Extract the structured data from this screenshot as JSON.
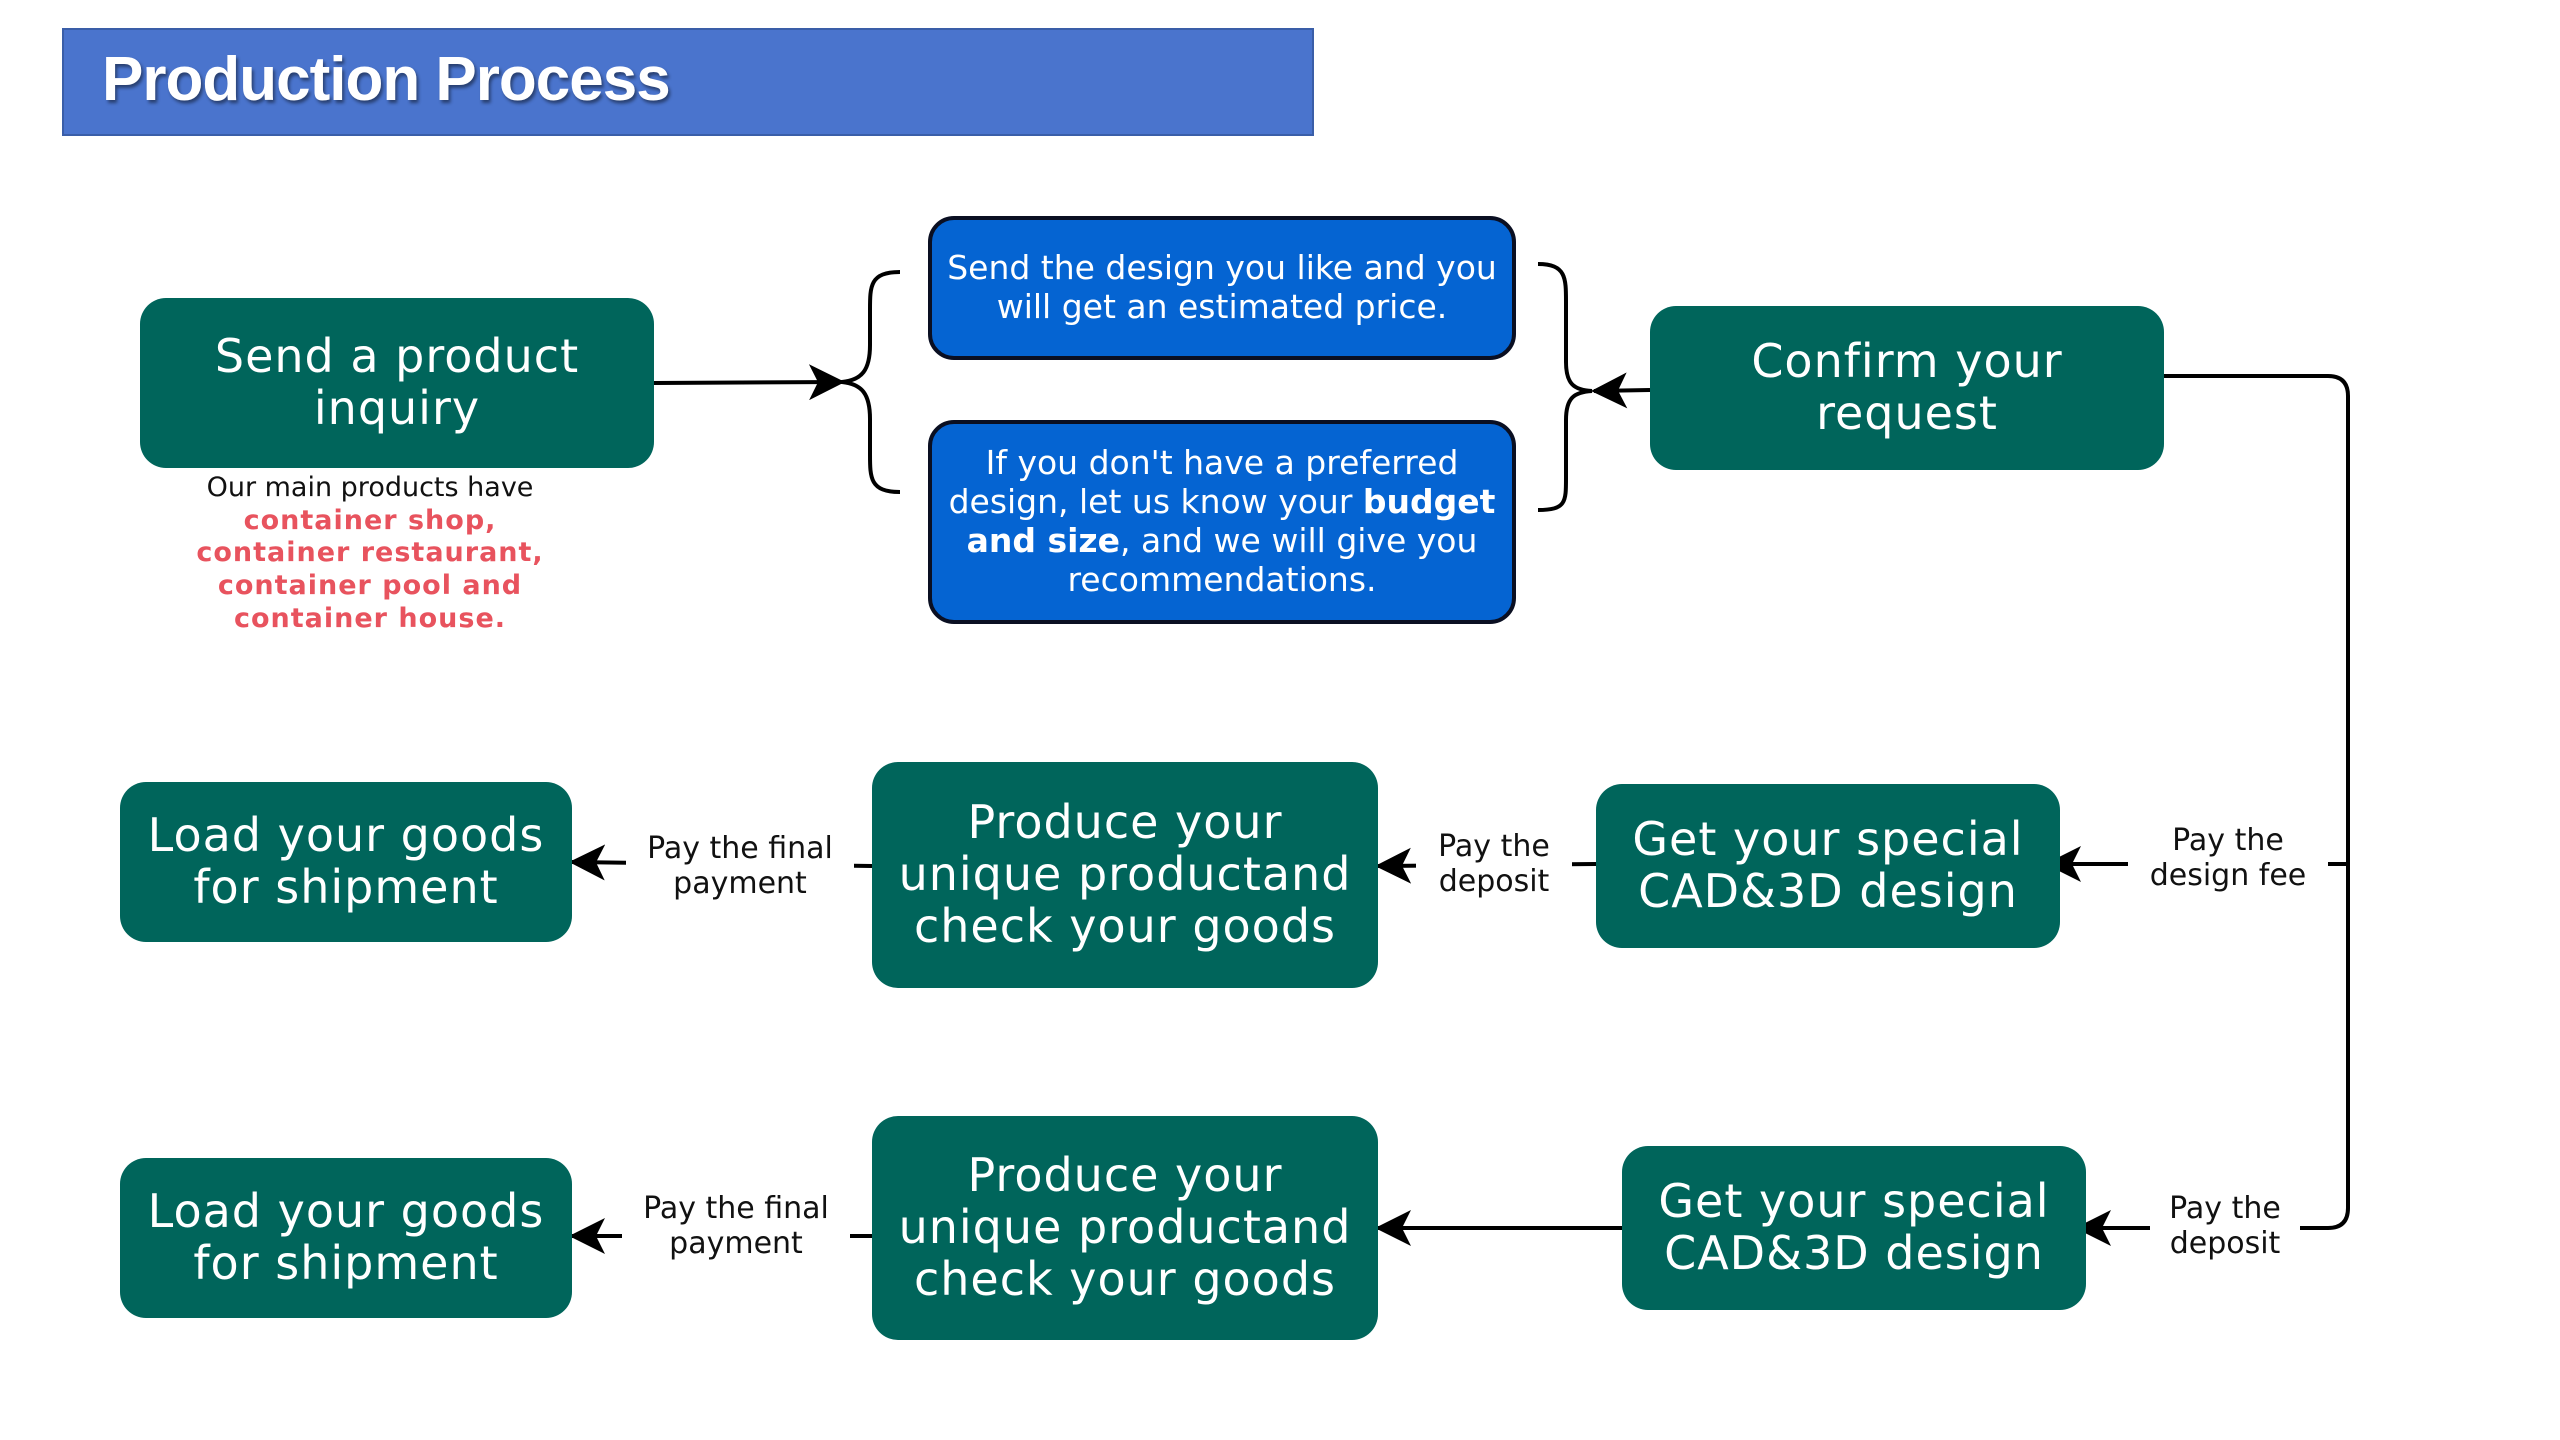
{
  "title": "Production Process",
  "nodes": {
    "inquiry": "Send a product inquiry",
    "design_option_1": "Send the design you like and you will get an estimated price.",
    "design_option_2": {
      "prefix": "If you don't have a preferred design, let us know your",
      "bold": "budget and size",
      "suffix": ", and we will give you recommendations."
    },
    "confirm": "Confirm your request",
    "cad_a": "Get your special CAD&3D design",
    "produce_a": "Produce your unique productand check your goods",
    "load_a": "Load your goods for shipment",
    "cad_b": "Get your special CAD&3D design",
    "produce_b": "Produce your unique productand check your goods",
    "load_b": "Load your goods for shipment"
  },
  "note": {
    "intro": "Our main products have",
    "highlights": [
      "container shop,",
      "container restaurant,",
      "container pool and",
      "container house."
    ]
  },
  "edge_labels": {
    "design_fee": "Pay the design fee",
    "deposit_a": "Pay the deposit",
    "final_a": "Pay the final payment",
    "deposit_b": "Pay the deposit",
    "final_b": "Pay the final payment"
  },
  "colors": {
    "title_bar": "#4a74cd",
    "step_box": "#00655b",
    "option_box": "#0564d2",
    "highlight_text": "#e8535e"
  }
}
